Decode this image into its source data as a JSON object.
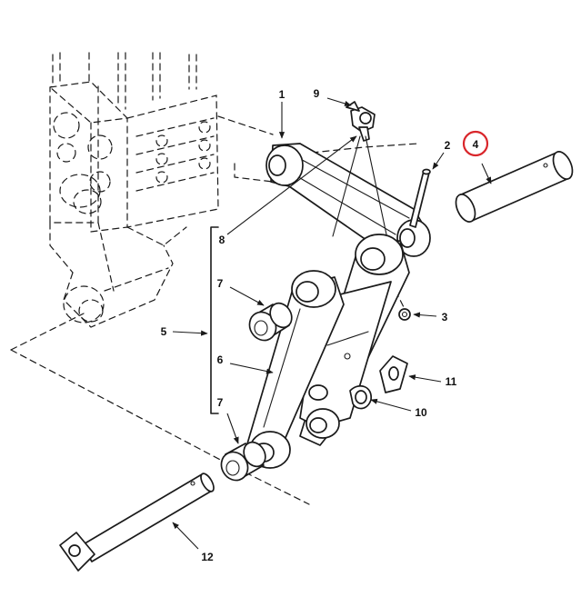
{
  "callouts": [
    {
      "id": "1",
      "label": "1"
    },
    {
      "id": "2",
      "label": "2"
    },
    {
      "id": "3",
      "label": "3"
    },
    {
      "id": "4",
      "label": "4",
      "highlighted": true
    },
    {
      "id": "5",
      "label": "5"
    },
    {
      "id": "6",
      "label": "6"
    },
    {
      "id": "7a",
      "label": "7"
    },
    {
      "id": "7b",
      "label": "7"
    },
    {
      "id": "8",
      "label": "8"
    },
    {
      "id": "9",
      "label": "9"
    },
    {
      "id": "10",
      "label": "10"
    },
    {
      "id": "11",
      "label": "11"
    },
    {
      "id": "12",
      "label": "12"
    }
  ],
  "highlight_color": "#d9262b",
  "line_color": "#1a1a1a"
}
